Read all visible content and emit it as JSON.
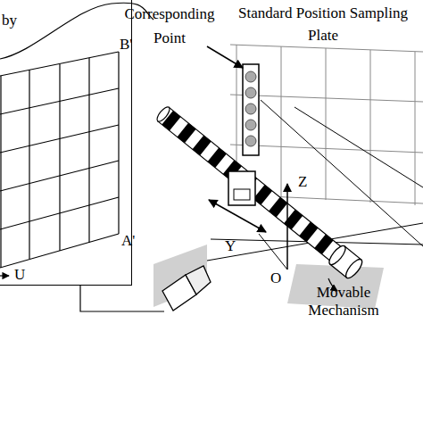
{
  "diagram": {
    "nodes": [
      {
        "text": [
          "by"
        ]
      },
      {
        "text": [
          "Standard Position Sampling Plate"
        ]
      }
    ],
    "labels": [
      "Corresponding Point",
      "B'",
      "A'",
      "U",
      "Z",
      "Y",
      "O",
      "Movable Mechanism"
    ]
  }
}
